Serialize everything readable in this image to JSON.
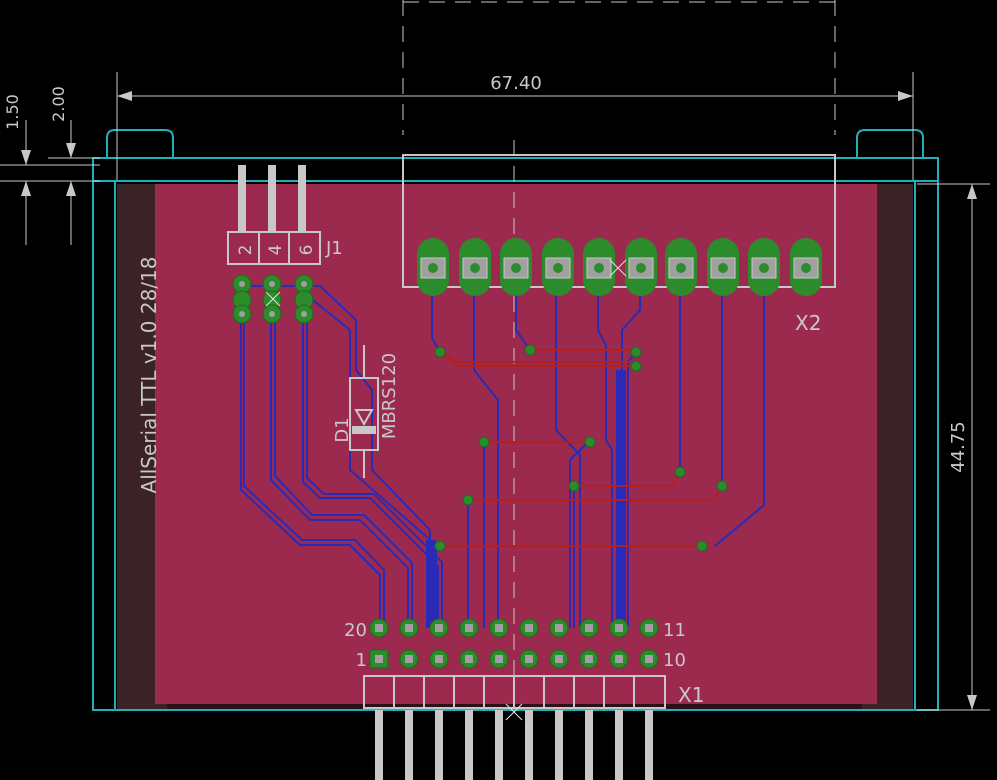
{
  "dimensions": {
    "width_label": "67.40",
    "height_label": "44.75",
    "offset_a": "1.50",
    "offset_b": "2.00"
  },
  "board": {
    "title": "AllSerial TTL v1.0 28/18"
  },
  "parts": {
    "j1": {
      "name": "J1",
      "pins": [
        "2",
        "4",
        "6"
      ]
    },
    "d1": {
      "name": "D1",
      "value": "MBRS120"
    },
    "x2": {
      "name": "X2"
    },
    "x1": {
      "name": "X1",
      "pin_top_left": "20",
      "pin_top_right": "11",
      "pin_bottom_left": "1",
      "pin_bottom_right": "10"
    }
  },
  "colors": {
    "board_fill": "#9b2a4e",
    "dimension_lines": "#c8c8c8",
    "outline": "#20b0b8",
    "pad": "#2c8c2c",
    "trace_bottom": "#2a2ab8",
    "trace_top": "#b22020"
  }
}
